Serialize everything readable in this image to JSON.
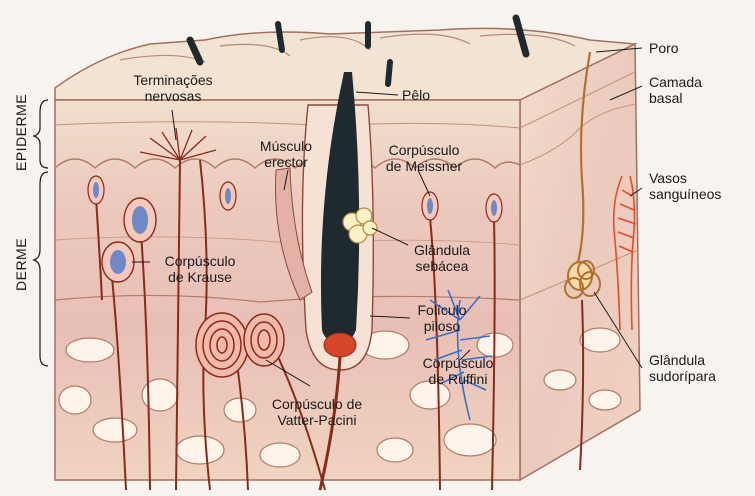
{
  "side_labels": {
    "epiderme": "EPIDERME",
    "derme": "DERME"
  },
  "labels": {
    "terminacoes": [
      "Terminações",
      "nervosas"
    ],
    "pelo": "Pêlo",
    "musculo": [
      "Músculo",
      "erector"
    ],
    "meissner": [
      "Corpúsculo",
      "de Meissner"
    ],
    "krause": [
      "Corpúsculo",
      "de Krause"
    ],
    "sebacea": [
      "Glândula",
      "sebácea"
    ],
    "foliculo": [
      "Folículo",
      "piloso"
    ],
    "ruffini": [
      "Corpúsculo",
      "de Ruffini"
    ],
    "pacini": [
      "Corpúsculo de",
      "Vatter-Pacini"
    ],
    "poro": "Poro",
    "camada": [
      "Camada",
      "basal"
    ],
    "vasos": [
      "Vasos",
      "sanguíneos"
    ],
    "sudoripara": [
      "Glândula",
      "sudorípara"
    ]
  },
  "colors": {
    "epidermis": "#f0dcc8",
    "dermis": "#eec7bf",
    "hypodermis": "#f3d9c6",
    "hair": "#1f2a30",
    "nerve": "#8a2a1c",
    "vessel": "#e84a2a",
    "ruffini": "#3a6fc8",
    "receptor": "#6f88c6",
    "fat": "#fff4ea"
  }
}
